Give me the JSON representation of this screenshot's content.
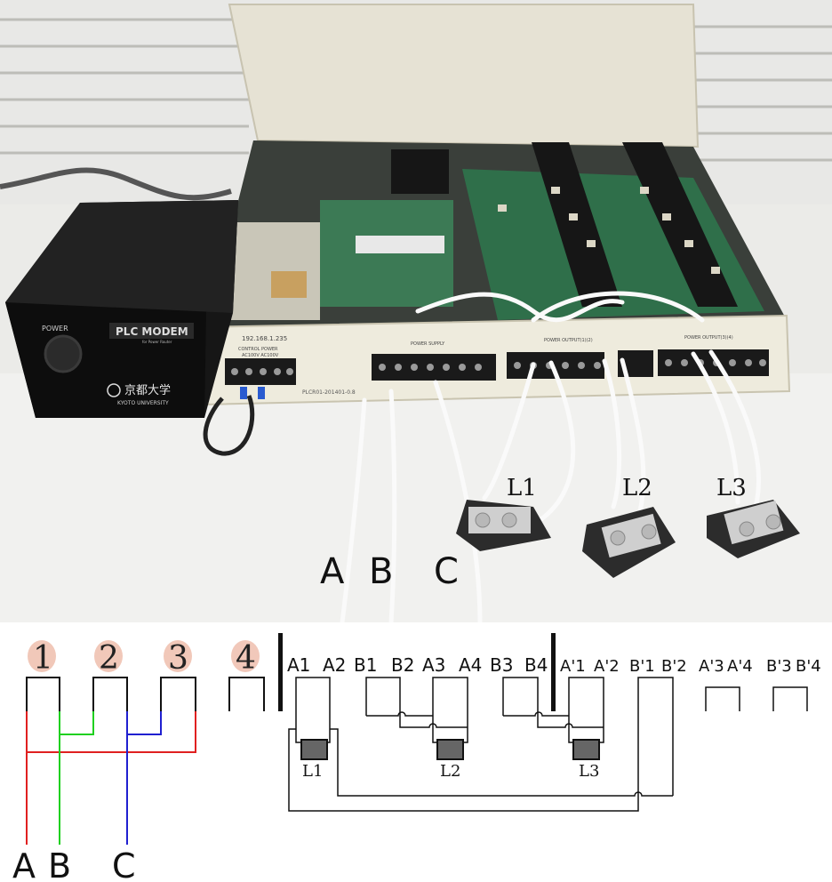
{
  "photo": {
    "device_power_label": "POWER",
    "device_brand": "PLC MODEM",
    "device_brand_sub": "for Power Router",
    "device_university": "京都大学",
    "device_university_en": "KYOTO UNIVERSITY",
    "panel_ip": "192.168.1.235",
    "panel_control_power": "CONTROL  POWER",
    "panel_voltage": "AC100V  AC100V",
    "panel_serial": "PLCR01-201401-0.8",
    "panel_power_supply": "POWER SUPPLY",
    "panel_power_output": "POWER OUTPUT(1)(2)",
    "panel_power_output2": "POWER OUTPUT(3)(4)",
    "load_labels": [
      "L1",
      "L2",
      "L3"
    ],
    "wire_labels": [
      "A",
      "B",
      "C"
    ]
  },
  "diagram": {
    "input_numbers": [
      "1",
      "2",
      "3",
      "4"
    ],
    "terminal_labels": [
      "A1",
      "A2",
      "B1",
      "B2",
      "A3",
      "A4",
      "B3",
      "B4",
      "A'1",
      "A'2",
      "B'1",
      "B'2",
      "A'3",
      "A'4",
      "B'3",
      "B'4"
    ],
    "load_labels": [
      "L1",
      "L2",
      "L3"
    ],
    "wire_labels": [
      "A",
      "B",
      "C"
    ],
    "colors": {
      "A": "#e02020",
      "B": "#20d020",
      "C": "#2020d0",
      "number_glow": "#e8a48c"
    }
  }
}
